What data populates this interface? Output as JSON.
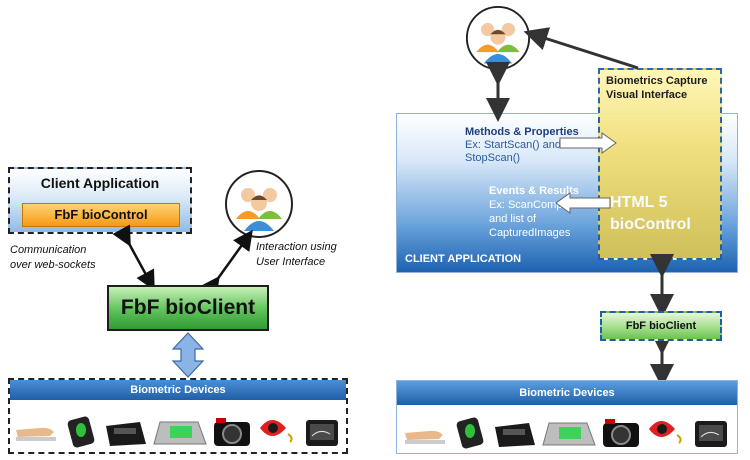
{
  "left": {
    "client_application": "Client Application",
    "biocontrol": "FbF bioControl",
    "comm_line1": "Communication",
    "comm_line2": "over web-sockets",
    "interaction_line1": "Interaction using",
    "interaction_line2": "User Interface",
    "bioclient": "FbF bioClient",
    "devices_title": "Biometric Devices"
  },
  "right": {
    "capture_line1": "Biometrics Capture",
    "capture_line2": "Visual Interface",
    "methods_title": "Methods & Properties",
    "methods_ex1": "Ex: StartScan() and",
    "methods_ex2": "StopScan()",
    "events_title": "Events & Results",
    "events_ex1": "Ex: ScanCompleted",
    "events_ex2": "and list of",
    "events_ex3": "CapturedImages",
    "html5_line1": "HTML 5",
    "html5_line2": "bioControl",
    "client_app_caption": "CLIENT APPLICATION",
    "bioclient": "FbF bioClient",
    "devices_title": "Biometric Devices"
  },
  "device_icons": [
    "hand-icon",
    "fingerprint-reader-icon",
    "card-scanner-icon",
    "palm-scanner-icon",
    "camera-icon",
    "iris-icon",
    "signature-pad-icon"
  ],
  "colors": {
    "green": "#3aa63a",
    "orange": "#f7a21b",
    "blue_dark": "#1f66b3",
    "yellow": "#f3e27a",
    "devices_bar": "#2a6fb8"
  }
}
